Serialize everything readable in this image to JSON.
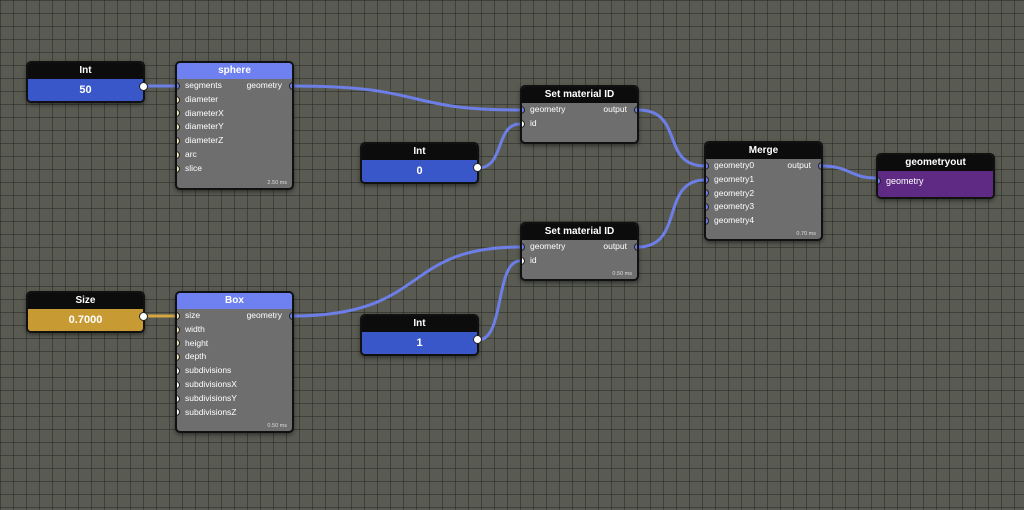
{
  "nodes": {
    "int_a": {
      "title": "Int",
      "value": "50"
    },
    "sphere": {
      "title": "sphere",
      "inputs": [
        "segments",
        "diameter",
        "diameterX",
        "diameterY",
        "diameterZ",
        "arc",
        "slice"
      ],
      "output": "geometry",
      "timing": "2.50 ms"
    },
    "set_mat_a": {
      "title": "Set material ID",
      "inputs": [
        "geometry",
        "id"
      ],
      "output": "output"
    },
    "int_b": {
      "title": "Int",
      "value": "0"
    },
    "merge": {
      "title": "Merge",
      "inputs": [
        "geometry0",
        "geometry1",
        "geometry2",
        "geometry3",
        "geometry4"
      ],
      "output": "output",
      "timing": "0.70 ms"
    },
    "geometryout": {
      "title": "geometryout",
      "input": "geometry"
    },
    "set_mat_b": {
      "title": "Set material ID",
      "inputs": [
        "geometry",
        "id"
      ],
      "output": "output",
      "timing": "0.50 ms"
    },
    "size": {
      "title": "Size",
      "value": "0.7000"
    },
    "box": {
      "title": "Box",
      "inputs": [
        "size",
        "width",
        "height",
        "depth",
        "subdivisions",
        "subdivisionsX",
        "subdivisionsY",
        "subdivisionsZ"
      ],
      "output": "geometry",
      "timing": "0.50 ms"
    },
    "int_c": {
      "title": "Int",
      "value": "1"
    }
  },
  "colors": {
    "int_value": "#3a57c9",
    "float_value": "#c89a33",
    "output_node": "#5f2a83",
    "object_header": "#6f80f0",
    "geometry_wire": "#6d7fe6",
    "number_wire": "#d6a640"
  }
}
